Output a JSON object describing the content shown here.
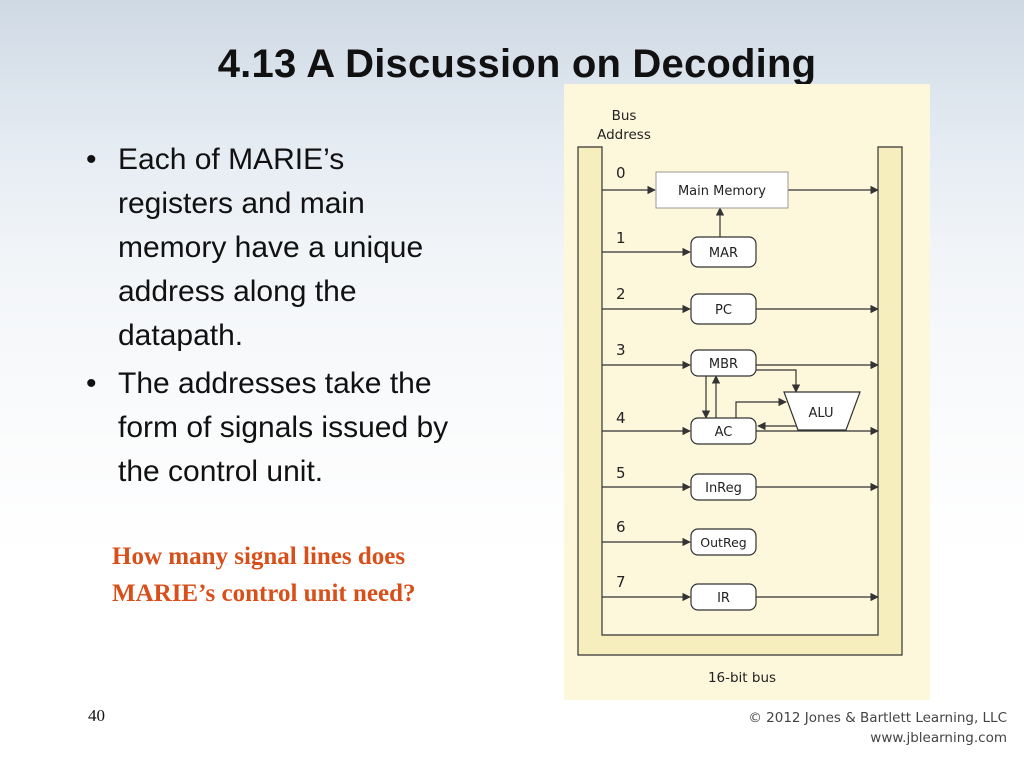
{
  "slide": {
    "title": "4.13 A Discussion on Decoding",
    "bullets": [
      {
        "line1": "Each of MARIE’s",
        "line2": "registers and main",
        "line3": "memory have a unique",
        "line4": "address along the",
        "line5": "datapath."
      },
      {
        "line1": "The addresses take the",
        "line2": "form of signals issued by",
        "line3": "the control unit."
      }
    ],
    "question": {
      "line1": "How many signal lines does",
      "line2": "MARIE’s control unit need?"
    },
    "page_number": "40",
    "footer": {
      "copyright": "© 2012 Jones & Bartlett Learning, LLC",
      "url": "www.jblearning.com"
    }
  },
  "figure": {
    "bus_address_label": {
      "line1": "Bus",
      "line2": "Address"
    },
    "addresses": [
      "0",
      "1",
      "2",
      "3",
      "4",
      "5",
      "6",
      "7"
    ],
    "components": {
      "main_memory": "Main Memory",
      "mar": "MAR",
      "pc": "PC",
      "mbr": "MBR",
      "ac": "AC",
      "inreg": "InReg",
      "outreg": "OutReg",
      "ir": "IR",
      "alu": "ALU"
    },
    "bus_label": "16-bit bus",
    "colors": {
      "panel": "#fdf8dc",
      "bus": "#f6efbd",
      "box": "#ffffff",
      "line": "#333333"
    }
  }
}
